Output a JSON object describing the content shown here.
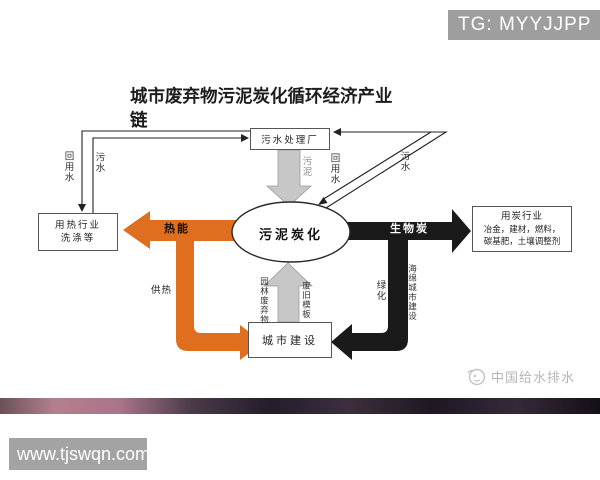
{
  "overlay": {
    "tg_badge": "TG: MYYJJPP",
    "site_badge": "www.tjswqn.com",
    "watermark_text": "中国给水排水"
  },
  "diagram": {
    "title_full": "城市废弃物污泥炭化循环经济产业链",
    "title_line1": "城市废弃物污泥炭化循环经济产业",
    "title_line2": "链",
    "center_node": "污泥炭化",
    "boxes": {
      "sewage_plant": "污水处理厂",
      "heat_industry_line1": "用热行业",
      "heat_industry_line2": "洗涤等",
      "carbon_industry_line1": "用炭行业",
      "carbon_industry_line2": "冶金，建材，燃料，",
      "carbon_industry_line3": "碳基肥，土壤调整剂",
      "city_construction": "城市建设"
    },
    "flow_labels": {
      "recycled_water_left": "回用水",
      "sewage_left": "污水",
      "recycled_water_right": "回用水",
      "sewage_right": "污水",
      "sludge": "污泥",
      "heat_energy": "热能",
      "heat_supply": "供热",
      "biochar": "生物炭",
      "greening": "绿化",
      "sponge_city": "海绵城市建设",
      "garden_waste": "园林废弃物",
      "waste_formwork": "废旧模板"
    },
    "colors": {
      "heat_arrow": "#df6f1e",
      "biochar_arrow": "#1a1a1a",
      "sludge_arrow": "#c7c7c7"
    }
  }
}
